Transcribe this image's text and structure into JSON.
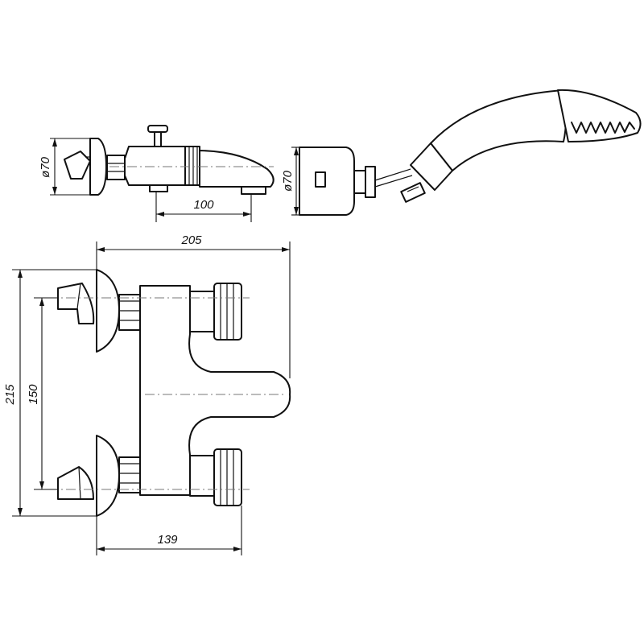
{
  "dimensions": {
    "top_left_diameter": "ø70",
    "top_left_spout_spacing": "100",
    "top_right_diameter": "ø70",
    "overall_width": "205",
    "overall_height": "215",
    "inlet_spacing": "150",
    "body_depth": "139"
  },
  "colors": {
    "line": "#111111",
    "centerline": "#777777",
    "background": "#ffffff"
  }
}
